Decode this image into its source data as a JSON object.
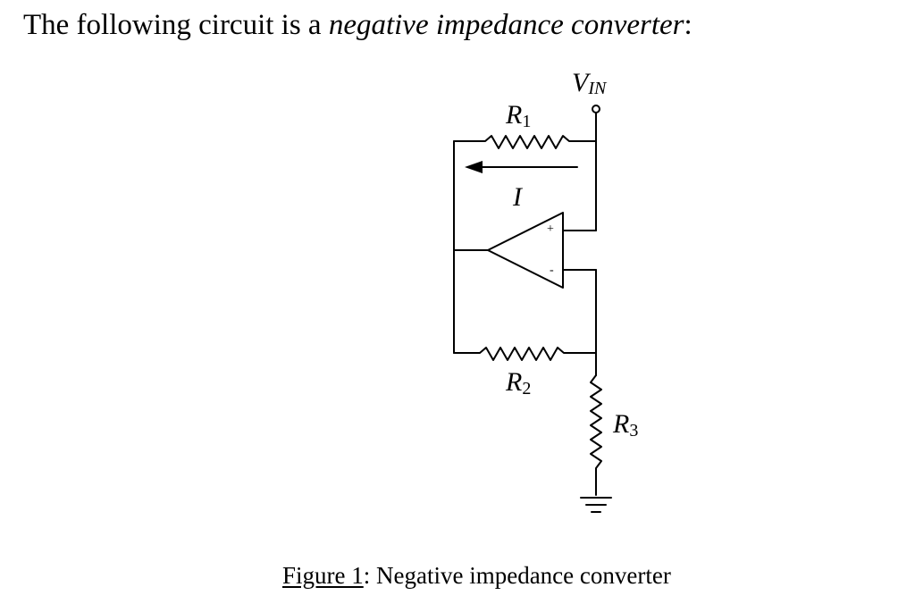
{
  "intro": {
    "before": "The following circuit is a ",
    "emph": "negative impedance converter",
    "after": ":"
  },
  "labels": {
    "vin_main": "V",
    "vin_sub": "IN",
    "r1_main": "R",
    "r1_sub": "1",
    "r2_main": "R",
    "r2_sub": "2",
    "r3_main": "R",
    "r3_sub": "3",
    "current": "I",
    "opamp_plus": "+",
    "opamp_minus": "-"
  },
  "caption": {
    "figure_ref": "Figure 1",
    "rest": ": Negative impedance converter"
  }
}
